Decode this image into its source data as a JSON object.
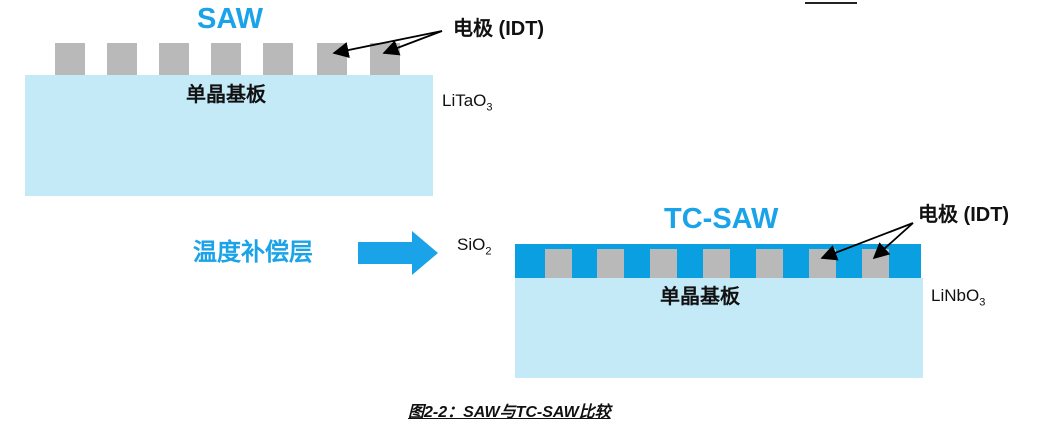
{
  "saw": {
    "title": "SAW",
    "electrode_label": "电极 (IDT)",
    "substrate_label": "单晶基板",
    "material_main": "LiTaO",
    "material_sub": "3"
  },
  "tcsaw": {
    "title": "TC-SAW",
    "electrode_label": "电极 (IDT)",
    "substrate_label": "单晶基板",
    "material_main": "LiNbO",
    "material_sub": "3",
    "layer_main": "SiO",
    "layer_sub": "2",
    "compensation_label": "温度补偿层"
  },
  "caption": "图2-2：SAW与TC-SAW比较",
  "colors": {
    "substrate": "#c4e9f7",
    "electrode": "#b9b9b9",
    "compensation_layer": "#0a9fe0",
    "title_blue": "#1aa3e8"
  }
}
